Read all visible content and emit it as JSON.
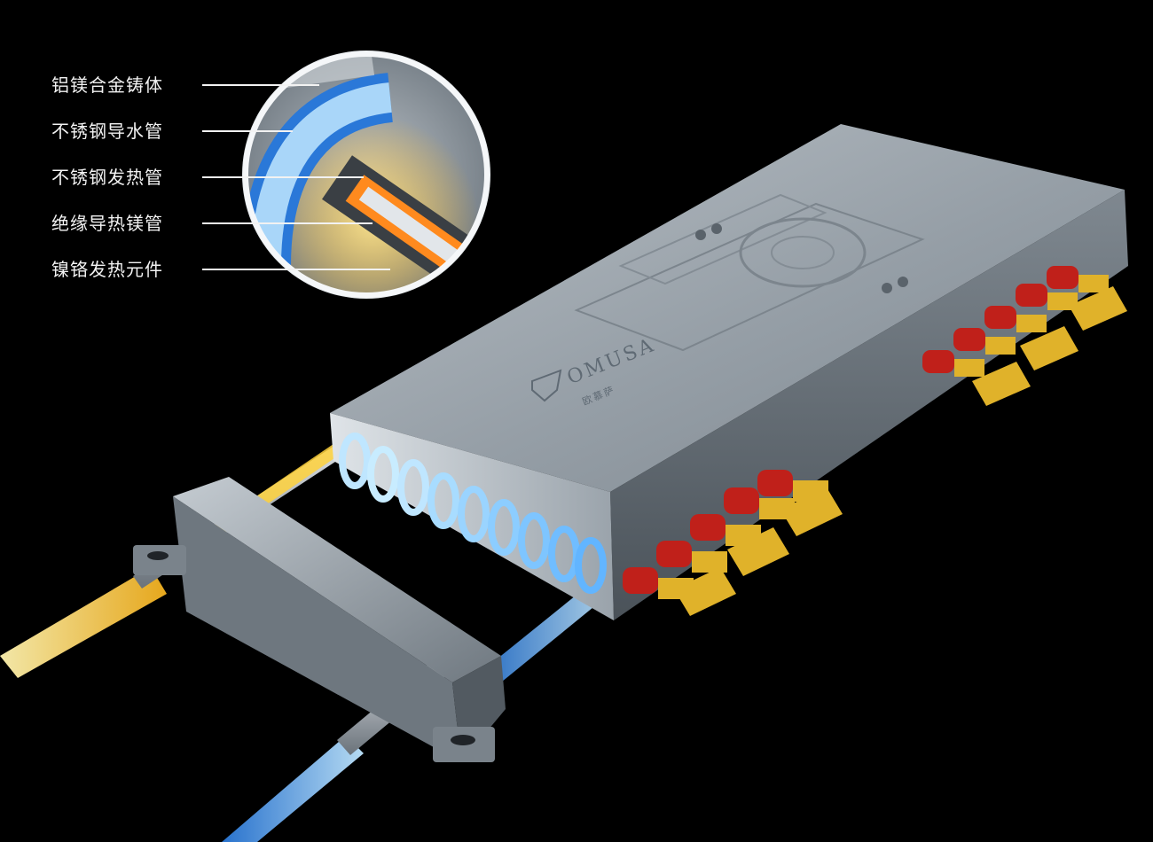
{
  "callouts": [
    {
      "id": "al-mg-casting",
      "label": "铝镁合金铸体"
    },
    {
      "id": "ss-water-tube",
      "label": "不锈钢导水管"
    },
    {
      "id": "ss-heating-tube",
      "label": "不锈钢发热管"
    },
    {
      "id": "insulated-mg-tube",
      "label": "绝缘导热镁管"
    },
    {
      "id": "nicr-element",
      "label": "镍铬发热元件"
    }
  ],
  "brand": {
    "name": "OMUSA",
    "subtitle": "欧慕萨"
  },
  "colors": {
    "background": "#000000",
    "housing": "#9aa3ab",
    "hot_water": "#ffd23c",
    "cold_water": "#5ab4ff",
    "terminal_red": "#c0201a",
    "terminal_gold": "#e0b22a",
    "label_text": "#f2f2f2"
  }
}
